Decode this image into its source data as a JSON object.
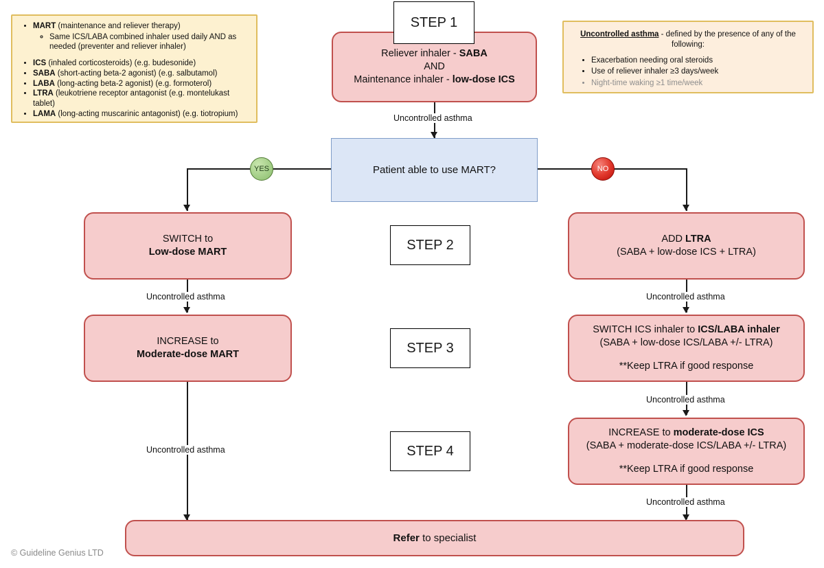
{
  "legend_left": {
    "name": "abbreviations-key",
    "items": [
      {
        "term": "MART",
        "rest": " (maintenance and reliever therapy)"
      },
      {
        "term": "ICS",
        "rest": " (inhaled corticosteroids) (e.g. budesonide)"
      },
      {
        "term": "SABA",
        "rest": " (short-acting beta-2 agonist) (e.g. salbutamol)"
      },
      {
        "term": "LABA",
        "rest": " (long-acting beta-2 agonist) (e.g. formoterol)"
      },
      {
        "term": "LTRA",
        "rest": " (leukotriene receptor antagonist (e.g. montelukast tablet)"
      },
      {
        "term": "LAMA",
        "rest": " (long-acting muscarinic antagonist) (e.g. tiotropium)"
      }
    ],
    "sub_item": "Same ICS/LABA combined inhaler used daily AND as needed (preventer and reliever inhaler)"
  },
  "legend_right": {
    "title": "Uncontrolled asthma",
    "title_rest": " - defined by the presence of any of the following:",
    "items": [
      "Exacerbation needing oral steroids",
      "Use of reliever inhaler ≥3 days/week",
      "Night-time waking ≥1 time/week"
    ]
  },
  "steps": {
    "step1": "STEP 1",
    "step2": "STEP 2",
    "step3": "STEP 3",
    "step4": "STEP 4"
  },
  "nodes": {
    "start": {
      "line1_plain": "Reliever inhaler - ",
      "line1_bold": "SABA",
      "line2": "AND",
      "line3_plain": "Maintenance inhaler - ",
      "line3_bold": "low-dose ICS"
    },
    "decision": "Patient able to use MART?",
    "left_step2": {
      "line1": "SWITCH to",
      "line2_bold": "Low-dose MART"
    },
    "left_step3": {
      "line1": "INCREASE to",
      "line2_bold": "Moderate-dose MART"
    },
    "right_step2": {
      "line1_plain": "ADD ",
      "line1_bold": "LTRA",
      "line2": "(SABA + low-dose ICS + LTRA)"
    },
    "right_step3": {
      "line1_plain": "SWITCH ICS inhaler to ",
      "line1_bold": "ICS/LABA inhaler",
      "line2": "(SABA + low-dose ICS/LABA +/- LTRA)",
      "line3": "**Keep LTRA if good response"
    },
    "right_step4": {
      "line1_plain": "INCREASE to ",
      "line1_bold": "moderate-dose ICS",
      "line2": "(SABA + moderate-dose ICS/LABA +/- LTRA)",
      "line3": "**Keep LTRA if good response"
    },
    "refer": {
      "bold": "Refer",
      "rest": " to specialist"
    }
  },
  "edges": {
    "uncontrolled": "Uncontrolled asthma",
    "yes": "YES",
    "no": "NO"
  },
  "footer": {
    "copyright": "© Guideline Genius LTD"
  },
  "colors": {
    "pink_fill": "#f6cccc",
    "pink_border": "#c0504d",
    "blue_fill": "#dce6f6",
    "blue_border": "#7f9dc8",
    "legend_left_fill": "#fdf1d0",
    "legend_right_fill": "#fdeedd",
    "legend_border": "#e0bd5e",
    "yes_green": "#a6d08a",
    "no_red": "#e23a2e"
  }
}
